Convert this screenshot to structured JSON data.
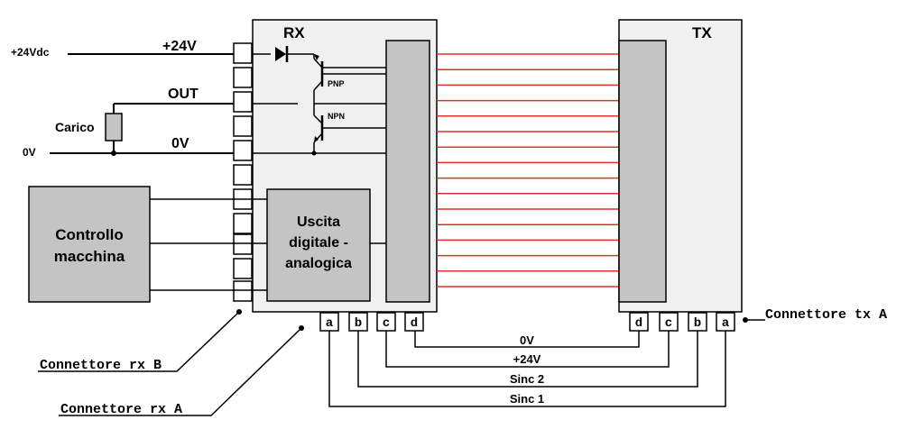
{
  "colors": {
    "unit_fill": "#f0f0f0",
    "block_fill": "#c4c4c4",
    "beam": "#e0302c",
    "terminal_fill": "#ffffff"
  },
  "rx": {
    "title": "RX",
    "output_block": [
      "Uscita",
      "digitale -",
      "analogica"
    ],
    "transistor_pnp": "PNP",
    "transistor_npn": "NPN"
  },
  "tx": {
    "title": "TX"
  },
  "left": {
    "supply_label": "+24Vdc",
    "line_24v": "+24V",
    "line_out": "OUT",
    "load_label": "Carico",
    "gnd_label": "0V",
    "line_0v": "0V",
    "machine_control": [
      "Controllo",
      "macchina"
    ]
  },
  "rx_pins": [
    "a",
    "b",
    "c",
    "d"
  ],
  "tx_pins": [
    "d",
    "c",
    "b",
    "a"
  ],
  "bus": {
    "wire_0v": "0V",
    "wire_24v": "+24V",
    "wire_sinc2": "Sinc 2",
    "wire_sinc1": "Sinc 1"
  },
  "connectors": {
    "rx_b": "Connettore  rx B",
    "rx_a": "Connettore  rx A",
    "tx_a": "Connettore  tx A"
  },
  "beam_count": 16
}
